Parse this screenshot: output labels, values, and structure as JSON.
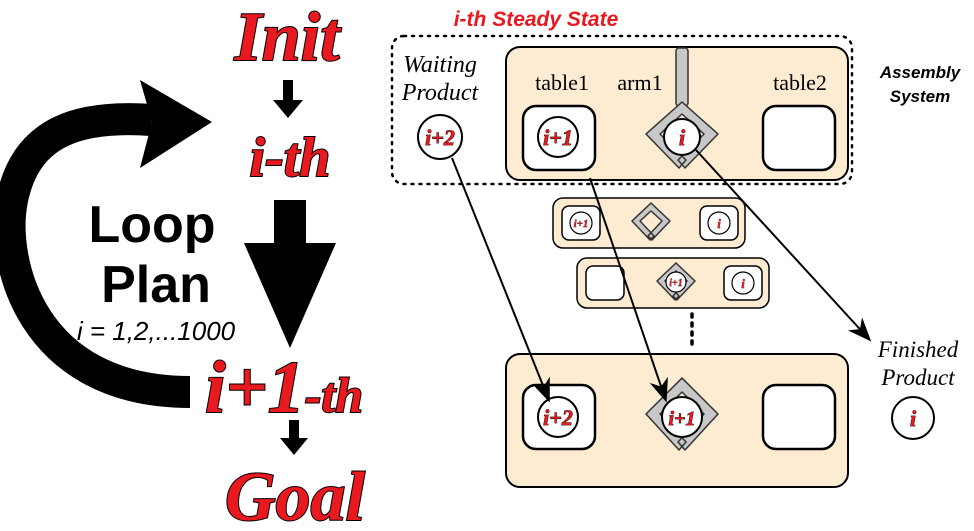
{
  "flow": {
    "init": "Init",
    "ith": "i-th",
    "next_main": "i+1",
    "next_suffix": "-th",
    "goal": "Goal"
  },
  "loop": {
    "line1": "Loop",
    "line2": "Plan",
    "range": "i = 1,2,...1000"
  },
  "steady_state": {
    "title": "i-th Steady State",
    "waiting_line1": "Waiting",
    "waiting_line2": "Product",
    "table1": "table1",
    "arm1": "arm1",
    "table2": "table2",
    "assembly_line1": "Assembly",
    "assembly_line2": "System",
    "finished_line1": "Finished",
    "finished_line2": "Product"
  },
  "tokens": {
    "i": "i",
    "i_plus_1": "i+1",
    "i_plus_2": "i+2"
  },
  "colors": {
    "accent_red": "#e8191f",
    "panel_fill": "#fdecd2",
    "gripper_gray": "#c8c8c8"
  }
}
